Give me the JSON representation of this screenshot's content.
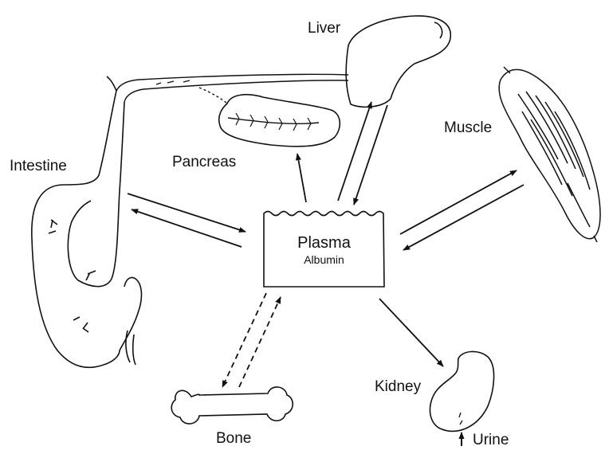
{
  "diagram": {
    "center": {
      "title": "Plasma",
      "subtitle": "Albumin"
    },
    "organs": {
      "liver": "Liver",
      "pancreas": "Pancreas",
      "intestine": "Intestine",
      "muscle": "Muscle",
      "kidney": "Kidney",
      "bone": "Bone",
      "urine": "Urine"
    }
  }
}
